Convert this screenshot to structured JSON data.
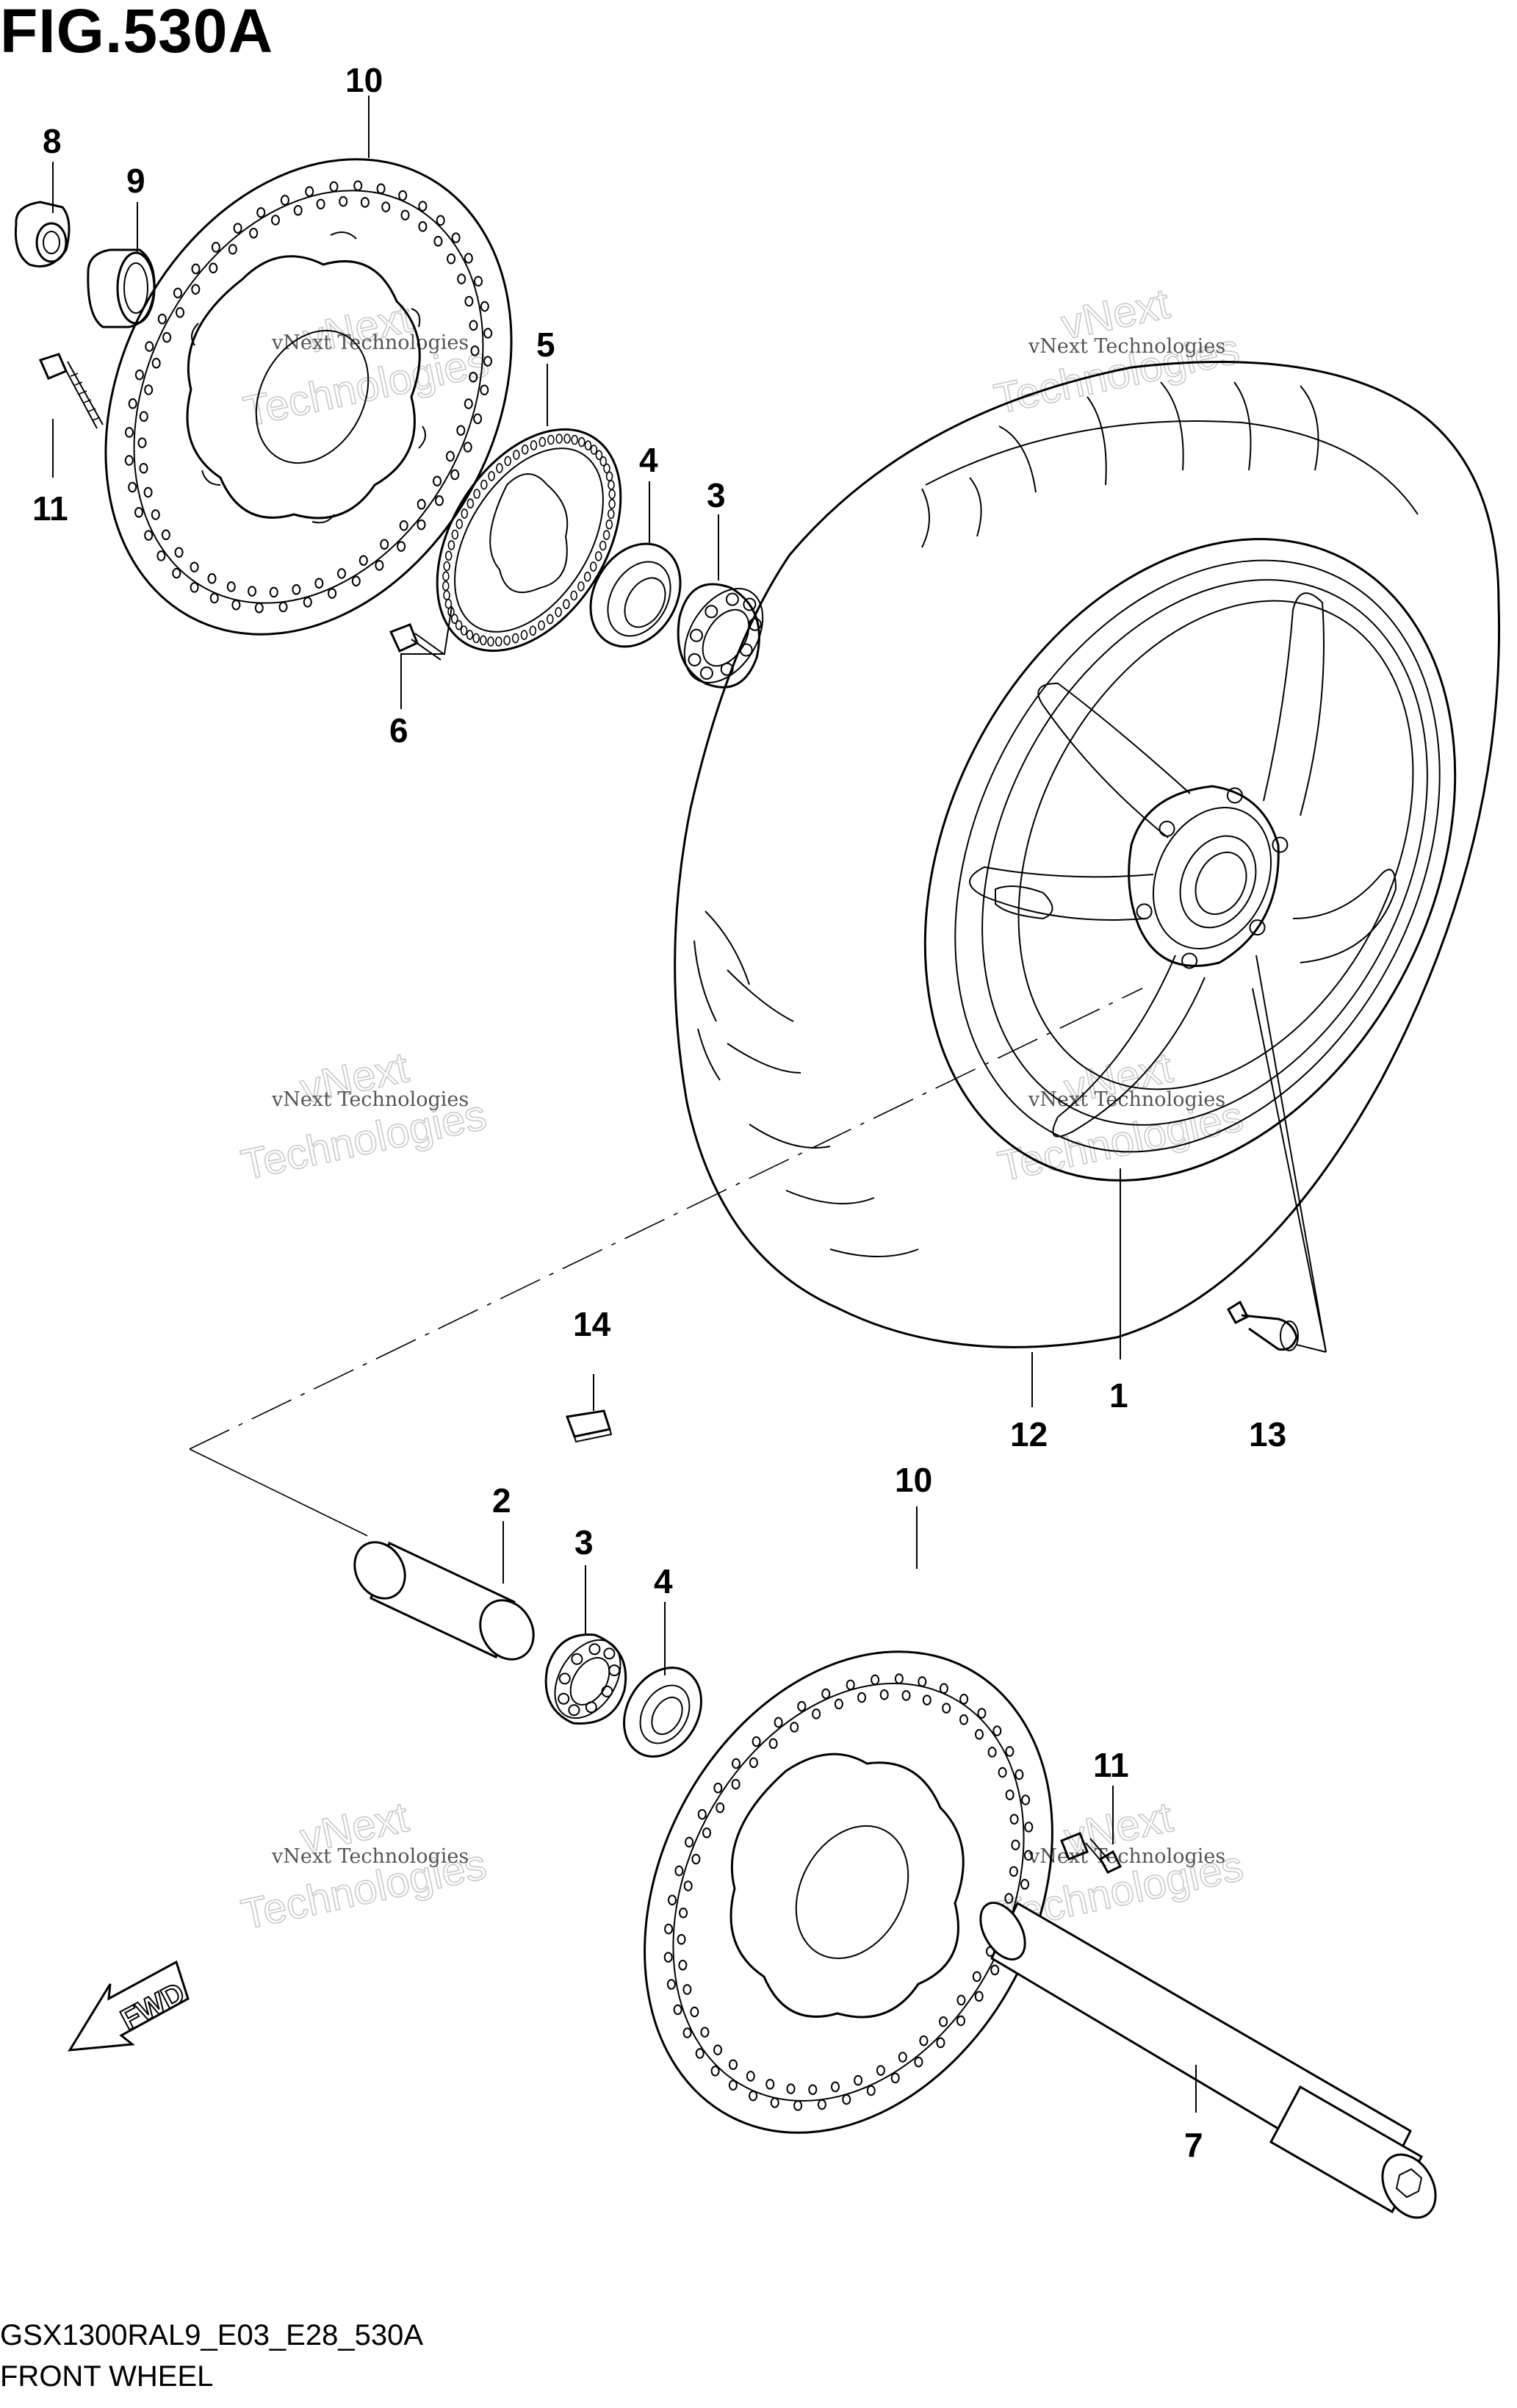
{
  "figure": {
    "title": "FIG.530A",
    "code": "GSX1300RAL9_E03_E28_530A",
    "name": "FRONT WHEEL"
  },
  "callouts": {
    "c1": "1",
    "c2": "2",
    "c3a": "3",
    "c3b": "3",
    "c4a": "4",
    "c4b": "4",
    "c5": "5",
    "c6": "6",
    "c7": "7",
    "c8": "8",
    "c9": "9",
    "c10a": "10",
    "c10b": "10",
    "c11a": "11",
    "c11b": "11",
    "c12": "12",
    "c13": "13",
    "c14": "14"
  },
  "watermark": {
    "company": "vNext Technologies",
    "word1": "vNext",
    "word2": "Technologies"
  },
  "fwd_label": "FWD"
}
